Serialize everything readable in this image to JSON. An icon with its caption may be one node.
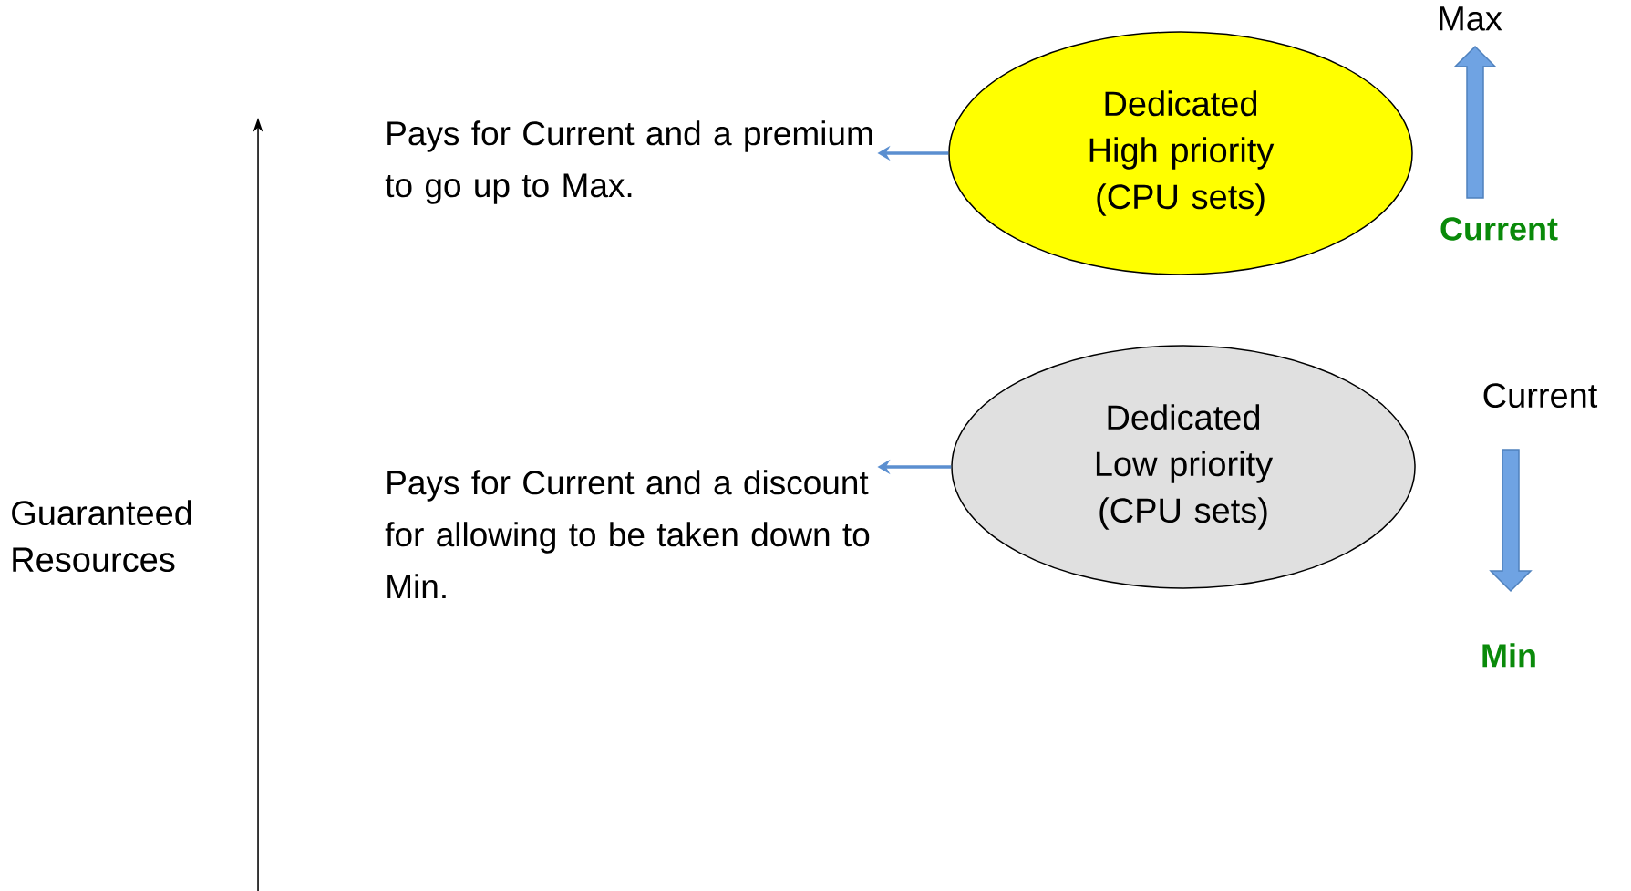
{
  "diagram": {
    "nodes": [
      {
        "text": [
          "Pays for Current and a premium to go up to Max."
        ]
      },
      {
        "text": [
          "Dedicated High priority (CPU sets)"
        ]
      },
      {
        "text": [
          "Pays for Current and a discount for allowing to be taken down to Min."
        ]
      },
      {
        "text": [
          "Dedicated Low priority (CPU sets)"
        ]
      }
    ],
    "edges": [
      {
        "from": 1,
        "to": 0,
        "arrow": "to"
      },
      {
        "from": 3,
        "to": 2,
        "arrow": "to"
      }
    ],
    "labels": [
      "Max",
      "Current",
      "Current",
      "Guaranteed Resources",
      "Min"
    ]
  }
}
